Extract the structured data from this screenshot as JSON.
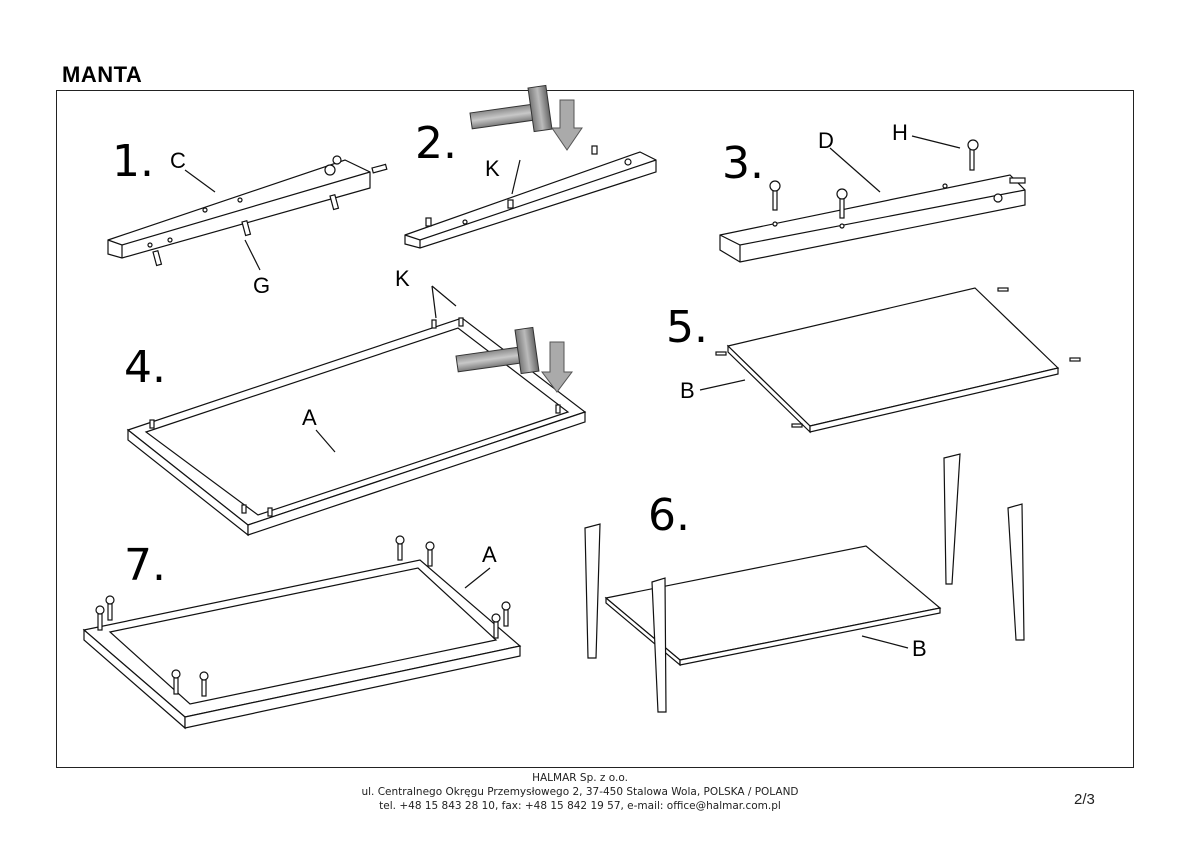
{
  "title": "MANTA",
  "steps": [
    "1.",
    "2.",
    "3.",
    "4.",
    "5.",
    "6.",
    "7."
  ],
  "parts": {
    "C": "C",
    "G": "G",
    "K": "K",
    "D": "D",
    "H": "H",
    "A": "A",
    "B": "B"
  },
  "footer": {
    "company": "HALMAR Sp. z o.o.",
    "address": "ul. Centralnego Okręgu Przemysłowego 2, 37-450 Stalowa Wola, POLSKA / POLAND",
    "contact": "tel. +48 15 843 28 10, fax: +48 15 842 19 57, e-mail: office@halmar.com.pl"
  },
  "page_number": "2/3"
}
